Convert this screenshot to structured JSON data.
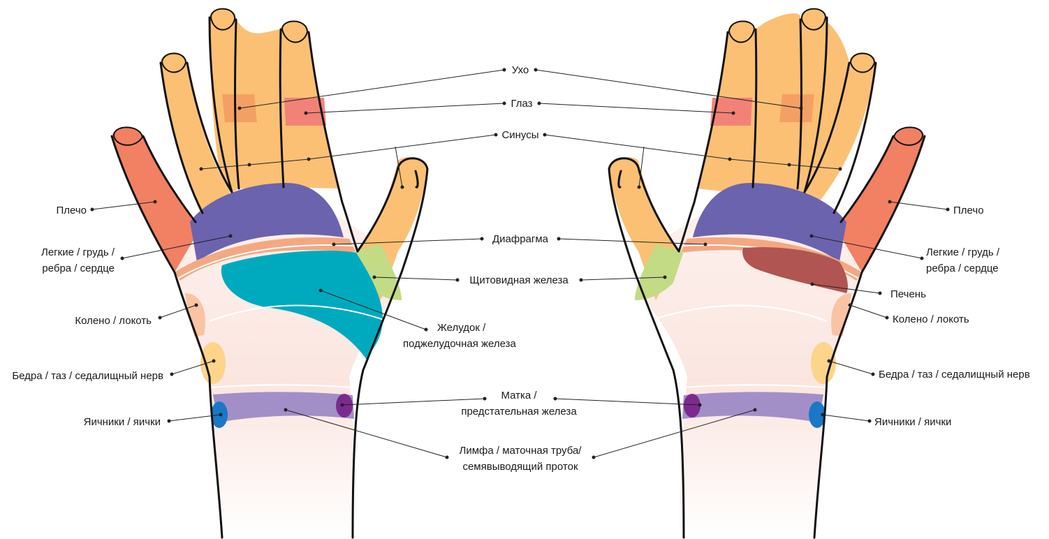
{
  "zones": {
    "ear": "Ухо",
    "eye": "Глаз",
    "sinuses": "Синусы",
    "shoulder": "Плечо",
    "lungs_line1": "Легкие / грудь /",
    "lungs_line2": "ребра / сердце",
    "diaphragm": "Диафрагма",
    "thyroid": "Щитовидная железа",
    "stomach_line1": "Желудок /",
    "stomach_line2": "поджелудочная железа",
    "liver": "Печень",
    "knee": "Колено / локоть",
    "hips": "Бедра / таз / седалищный нерв",
    "uterus_line1": "Матка /",
    "uterus_line2": "предстательная железа",
    "ovaries": "Яичники / яички",
    "lymph_line1": "Лимфа / маточная труба/",
    "lymph_line2": "семявыводящий проток"
  },
  "colors": {
    "finger": "#fbc074",
    "ear": "#f4a064",
    "eye": "#f28278",
    "shoulder": "#f28062",
    "lungs": "#6b63ad",
    "diaphragm": "#f4a882",
    "thyroid": "#c3db85",
    "stomach": "#00aabe",
    "liver": "#b05552",
    "knee": "#f8c4a4",
    "hips": "#fcd48a",
    "palm": "#fdece6",
    "wrist_band": "#a28fc8",
    "uterus": "#7b2b8e",
    "ovaries": "#1a78c6",
    "outline": "#111111"
  }
}
